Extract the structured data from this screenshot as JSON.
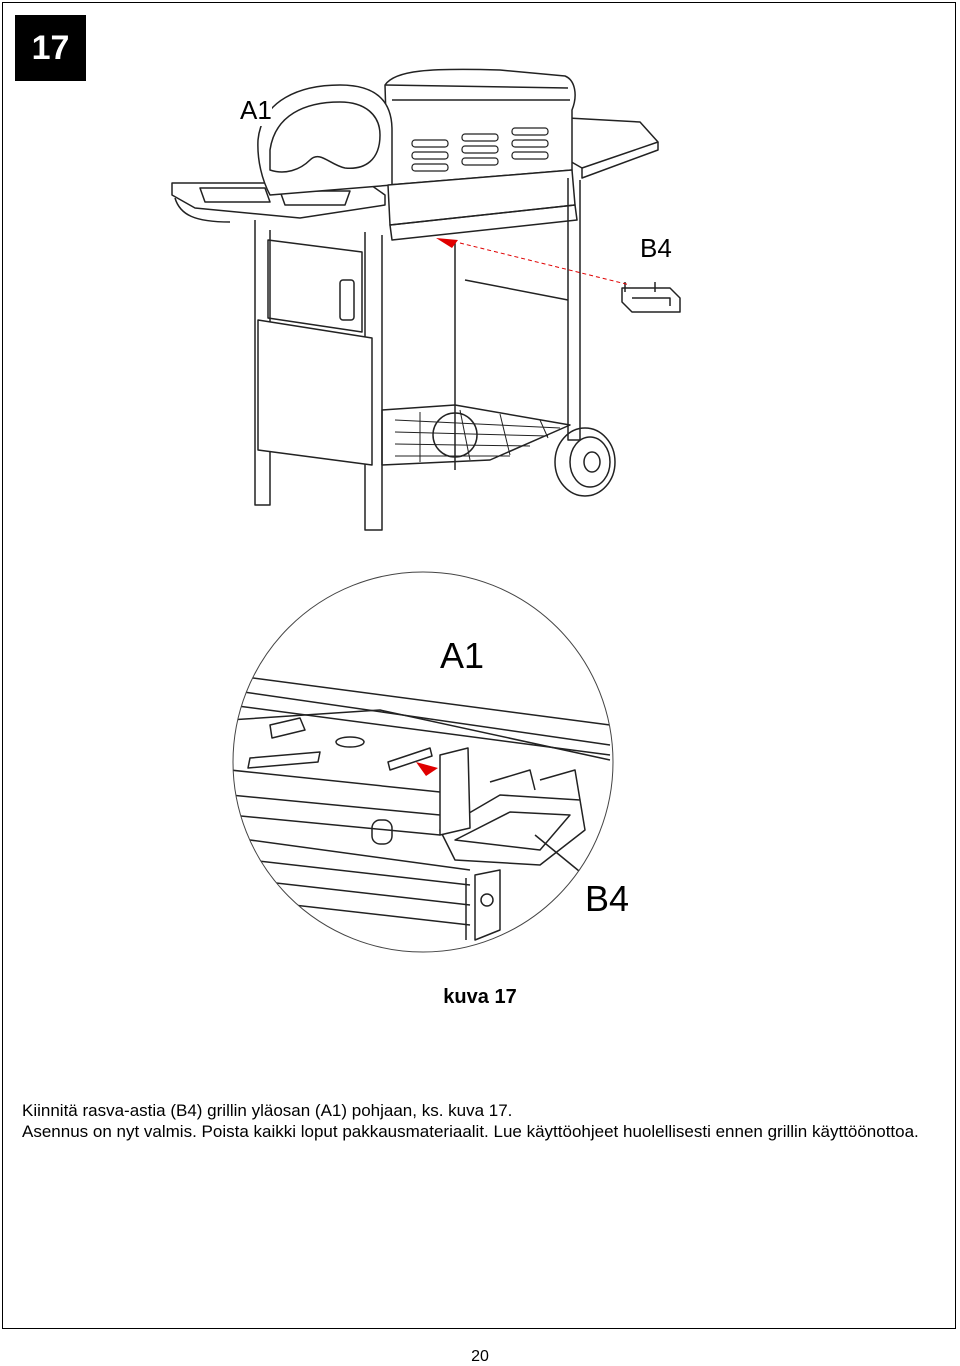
{
  "step_number": "17",
  "labels": {
    "top_grill": "A1",
    "top_tray": "B4",
    "detail_grill": "A1",
    "detail_tray": "B4"
  },
  "caption": "kuva 17",
  "instructions": [
    "Kiinnitä rasva-astia (B4) grillin yläosan (A1) pohjaan, ks. kuva 17.",
    "Asennus on nyt valmis. Poista kaikki loput pakkausmateriaalit. Lue käyttöohjeet huolellisesti ennen grillin käyttöönottoa."
  ],
  "page_number": "20",
  "colors": {
    "arrow": "#e00000",
    "line": "#222222"
  }
}
